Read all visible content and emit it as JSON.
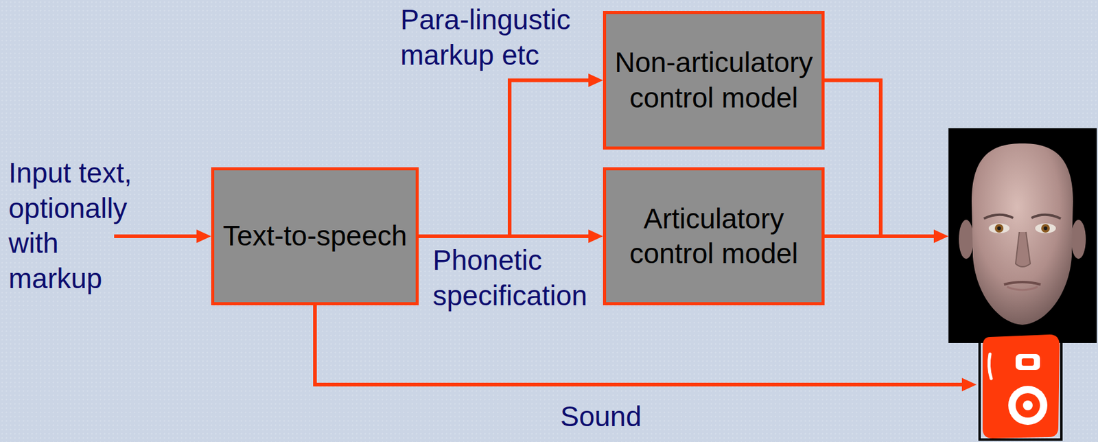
{
  "diagram": {
    "nodes": [
      {
        "text": [
          "Text-to-speech"
        ]
      },
      {
        "text": [
          "Non-articulatory control model"
        ]
      },
      {
        "text": [
          "Articulatory control model"
        ]
      }
    ],
    "edges": [
      {
        "from": 0,
        "to": 1,
        "arrow": "to"
      },
      {
        "from": 0,
        "to": 2,
        "arrow": "to",
        "label": "Phonetic specification"
      }
    ],
    "labels": [
      "Para-lingustic markup etc",
      "Input text, optionally with markup",
      "Sound"
    ]
  }
}
